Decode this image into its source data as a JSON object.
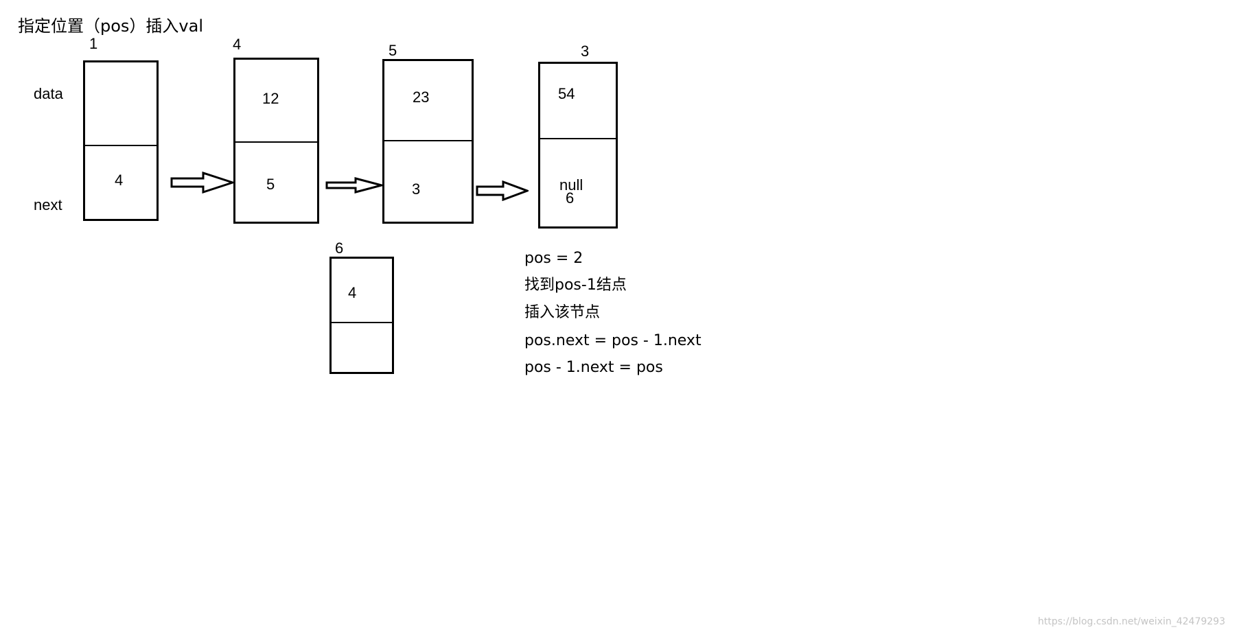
{
  "title": "指定位置（pos）插入val",
  "row_labels": {
    "data": "data",
    "next": "next"
  },
  "nodes": [
    {
      "address": "1",
      "data": "",
      "next": "4"
    },
    {
      "address": "4",
      "data": "12",
      "next": "5"
    },
    {
      "address": "5",
      "data": "23",
      "next": "3"
    },
    {
      "address": "3",
      "data": "54",
      "next": "null",
      "next_overwrite": "6"
    }
  ],
  "new_node": {
    "address": "6",
    "data": "4",
    "next": ""
  },
  "notes": [
    "pos = 2",
    "找到pos-1结点",
    "插入该节点",
    "pos.next = pos - 1.next",
    "pos - 1.next = pos"
  ],
  "watermark": "https://blog.csdn.net/weixin_42479293"
}
